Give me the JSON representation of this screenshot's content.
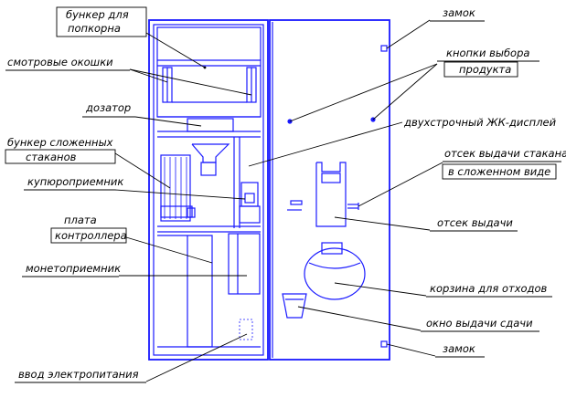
{
  "labels": {
    "hopper_popcorn_l1": "бункер для",
    "hopper_popcorn_l2": "попкорна",
    "viewing_windows": "смотровые окошки",
    "dispenser": "дозатор",
    "cup_hopper_l1": "бункер сложенных",
    "cup_hopper_l2": "стаканов",
    "bill_acceptor": "купюроприемник",
    "board_l1": "плата",
    "board_l2": "контроллера",
    "coin_acceptor": "монетоприемник",
    "power_input": "ввод электропитания",
    "lock_top": "замок",
    "buttons_l1": "кнопки выбора",
    "buttons_l2": "продукта",
    "lcd": "двухстрочный ЖК-дисплей",
    "cup_bay_l1": "отсек выдачи стакана",
    "cup_bay_l2": "в сложенном виде",
    "delivery_bay": "отсек выдачи",
    "waste_basket": "корзина для отходов",
    "change_window": "окно выдачи сдачи",
    "lock_bottom": "замок"
  },
  "colors": {
    "machine_line": "#1a1aff",
    "label_line": "#000000"
  }
}
